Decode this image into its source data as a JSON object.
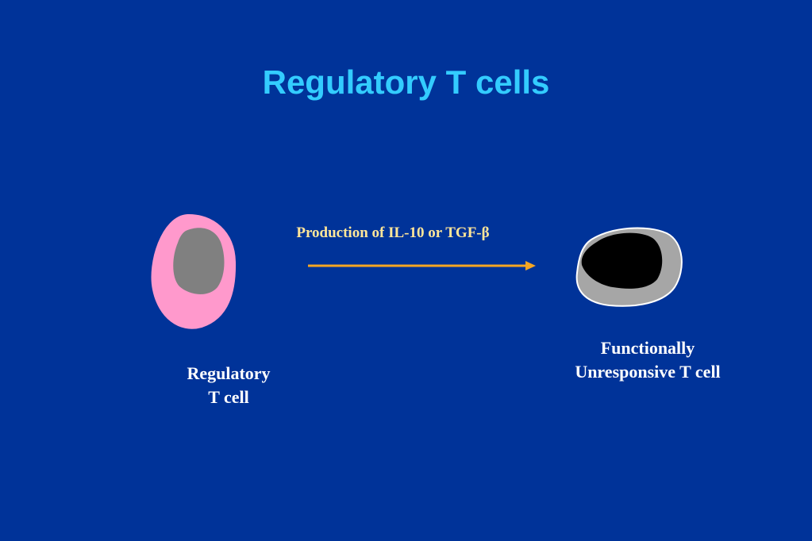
{
  "slide": {
    "title": "Regulatory T cells",
    "arrow_label": "Production of IL-10 or TGF-β",
    "left_cell": {
      "label_line1": "Regulatory",
      "label_line2": "T cell"
    },
    "right_cell": {
      "label_line1": "Functionally",
      "label_line2": "Unresponsive T cell"
    }
  },
  "colors": {
    "background": "#003399",
    "title": "#33CCFF",
    "arrow": "#F5A623",
    "arrow_label": "#FFE699",
    "regulatory_cell_membrane": "#FF99CC",
    "regulatory_cell_nucleus": "#808080",
    "unresponsive_cell_membrane": "#A6A6A6",
    "unresponsive_cell_nucleus": "#000000"
  }
}
